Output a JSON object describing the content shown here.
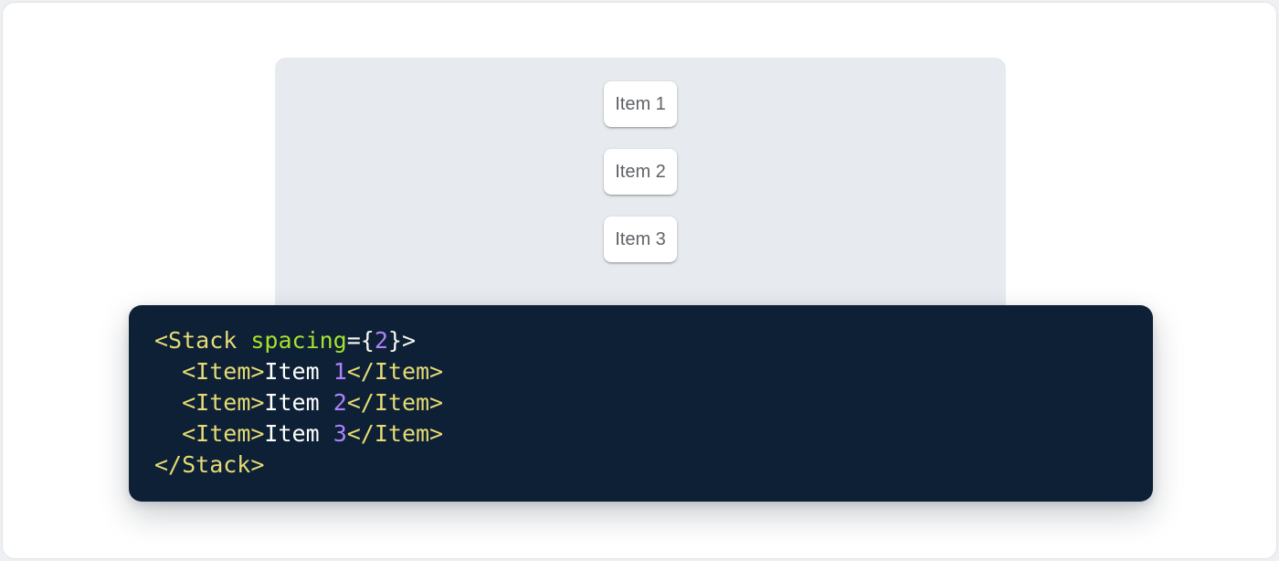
{
  "colors": {
    "page_bg": "#eef0f3",
    "card_bg": "#ffffff",
    "card_border": "#e0e4e8",
    "panel_bg": "#e7ebf0",
    "item_bg": "#ffffff",
    "item_text": "#5f6368",
    "code_bg": "#0d2035",
    "tok_tag": "#e6db74",
    "tok_attr": "#a6e22e",
    "tok_num": "#ae81ff",
    "tok_punct": "#f8f8f2",
    "tok_plain": "#ffffff"
  },
  "demo": {
    "items": [
      {
        "label": "Item 1"
      },
      {
        "label": "Item 2"
      },
      {
        "label": "Item 3"
      }
    ]
  },
  "code_block": {
    "language": "jsx",
    "lines": [
      {
        "tokens": [
          {
            "text": "<Stack ",
            "type": "tag"
          },
          {
            "text": "spacing",
            "type": "attr"
          },
          {
            "text": "={",
            "type": "punct"
          },
          {
            "text": "2",
            "type": "num"
          },
          {
            "text": "}>",
            "type": "punct"
          }
        ]
      },
      {
        "tokens": [
          {
            "text": "  ",
            "type": "plain"
          },
          {
            "text": "<Item>",
            "type": "tag"
          },
          {
            "text": "Item ",
            "type": "plain"
          },
          {
            "text": "1",
            "type": "num"
          },
          {
            "text": "</Item>",
            "type": "tag"
          }
        ]
      },
      {
        "tokens": [
          {
            "text": "  ",
            "type": "plain"
          },
          {
            "text": "<Item>",
            "type": "tag"
          },
          {
            "text": "Item ",
            "type": "plain"
          },
          {
            "text": "2",
            "type": "num"
          },
          {
            "text": "</Item>",
            "type": "tag"
          }
        ]
      },
      {
        "tokens": [
          {
            "text": "  ",
            "type": "plain"
          },
          {
            "text": "<Item>",
            "type": "tag"
          },
          {
            "text": "Item ",
            "type": "plain"
          },
          {
            "text": "3",
            "type": "num"
          },
          {
            "text": "</Item>",
            "type": "tag"
          }
        ]
      },
      {
        "tokens": [
          {
            "text": "</Stack>",
            "type": "tag"
          }
        ]
      }
    ]
  }
}
